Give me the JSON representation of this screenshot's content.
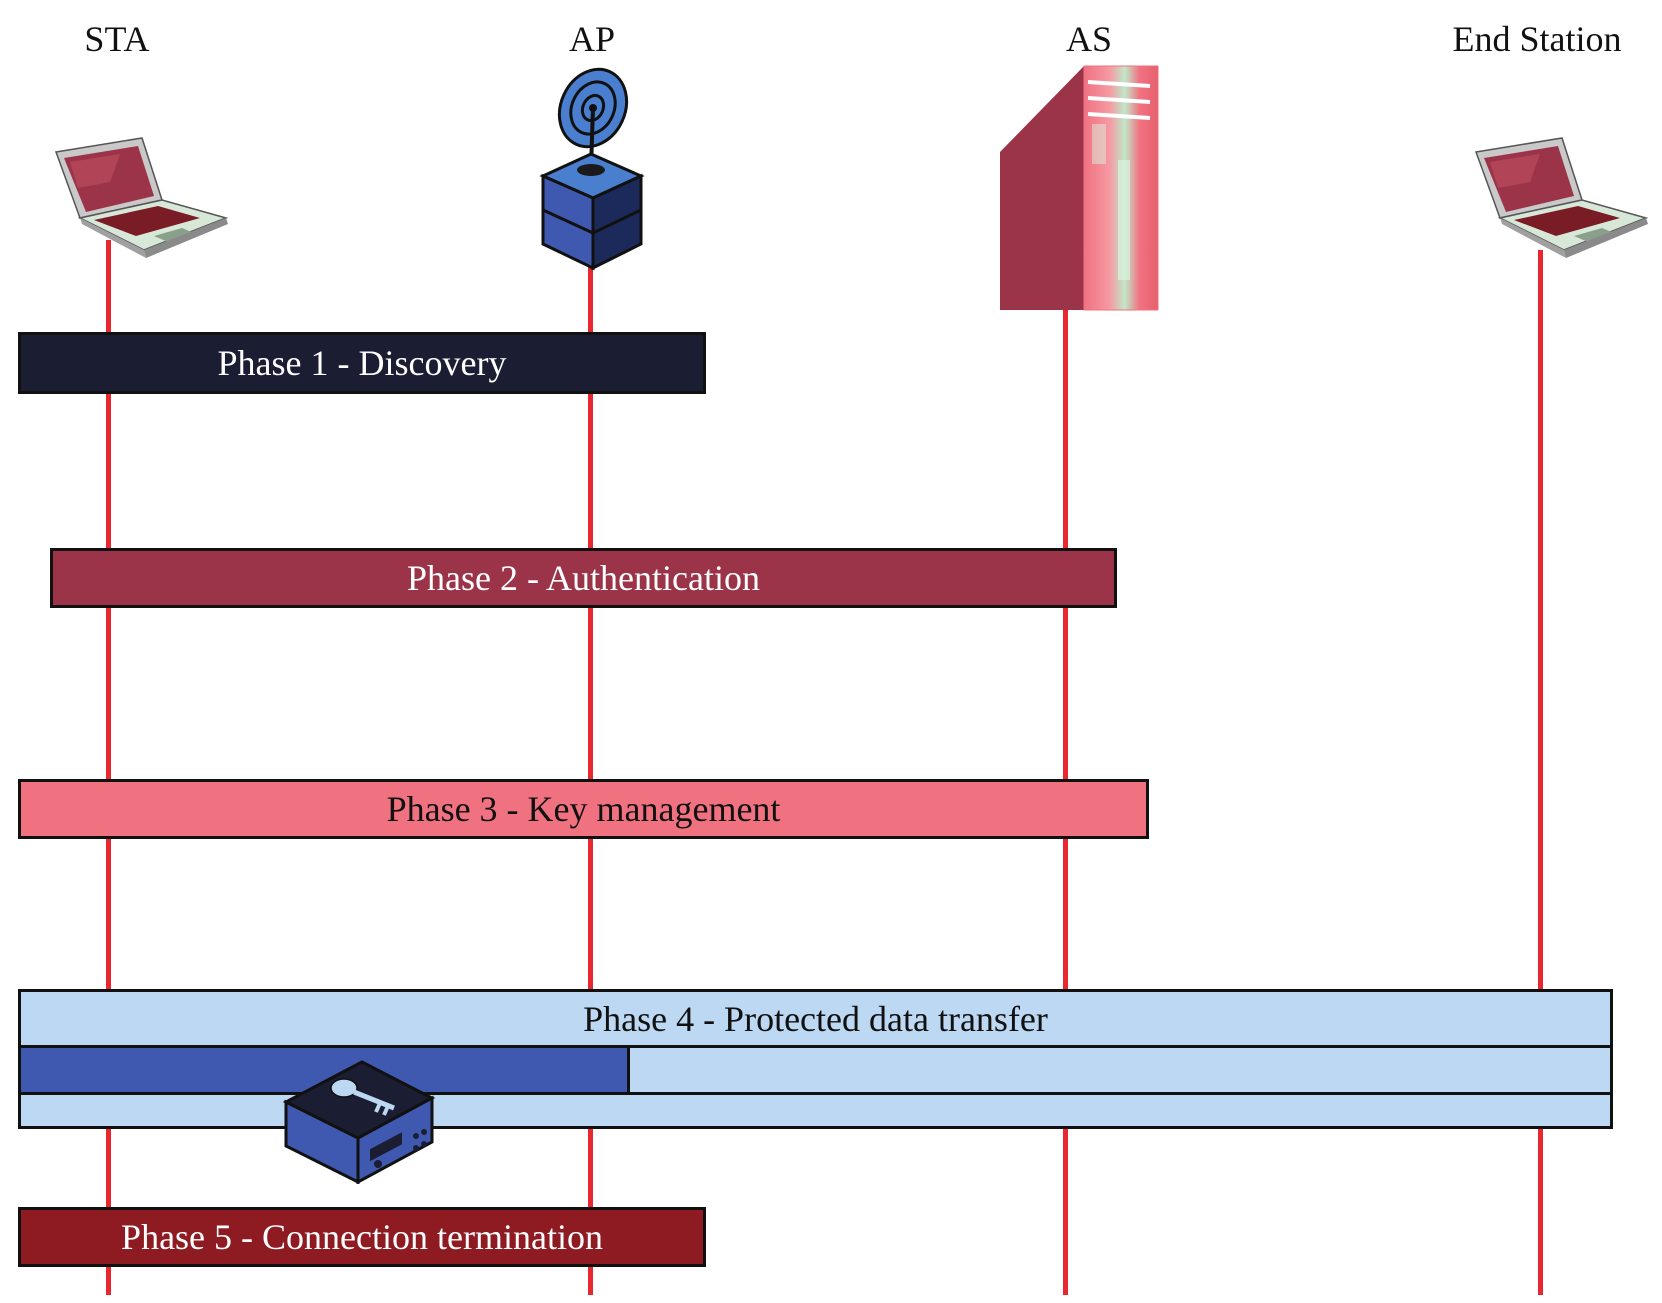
{
  "entities": [
    {
      "id": "sta",
      "label": "STA"
    },
    {
      "id": "ap",
      "label": "AP"
    },
    {
      "id": "as",
      "label": "AS"
    },
    {
      "id": "end",
      "label": "End Station"
    }
  ],
  "phases": [
    {
      "id": "p1",
      "label": "Phase 1 - Discovery",
      "fill": "#1b1d33",
      "text_color": "#ffffff"
    },
    {
      "id": "p2",
      "label": "Phase 2 - Authentication",
      "fill": "#9c3449",
      "text_color": "#ffffff"
    },
    {
      "id": "p3",
      "label": "Phase 3 - Key management",
      "fill": "#f07281",
      "text_color": "#111111"
    },
    {
      "id": "p4",
      "label": "Phase 4 - Protected data transfer",
      "fill": "#bcd8f2",
      "text_color": "#111111"
    },
    {
      "id": "p5",
      "label": "Phase 5 - Connection termination",
      "fill": "#8e1b22",
      "text_color": "#ffffff"
    }
  ],
  "colors": {
    "lifeline": "#e8282e",
    "protected_channel": "#3f58b0",
    "light_channel": "#bcd8f2"
  },
  "icons": {
    "sta": "laptop-icon",
    "ap": "access-point-icon",
    "as": "server-icon",
    "end": "laptop-icon",
    "key": "encrypted-device-icon"
  }
}
